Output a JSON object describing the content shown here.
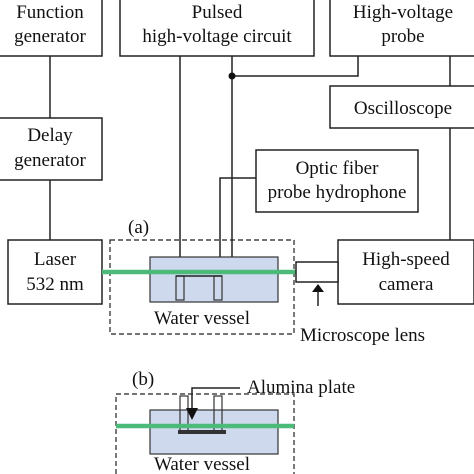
{
  "blocks": {
    "function_generator": [
      "Function",
      "generator"
    ],
    "pulsed_circuit": [
      "Pulsed",
      "high-voltage circuit"
    ],
    "hv_probe": [
      "High-voltage",
      "probe"
    ],
    "oscilloscope": "Oscilloscope",
    "delay_generator": [
      "Delay",
      "generator"
    ],
    "hydrophone": [
      "Optic fiber",
      "probe hydrophone"
    ],
    "laser": [
      "Laser",
      "532 nm"
    ],
    "camera": [
      "High-speed",
      "camera"
    ]
  },
  "labels": {
    "panel_a": "(a)",
    "panel_b": "(b)",
    "microscope_lens": "Microscope lens",
    "alumina_plate": "Alumina plate",
    "water_vessel_a": "Water vessel",
    "water_vessel_b": "Water vessel"
  },
  "colors": {
    "laser_beam": "#4cbb7a",
    "water": "#cfd9ee"
  }
}
